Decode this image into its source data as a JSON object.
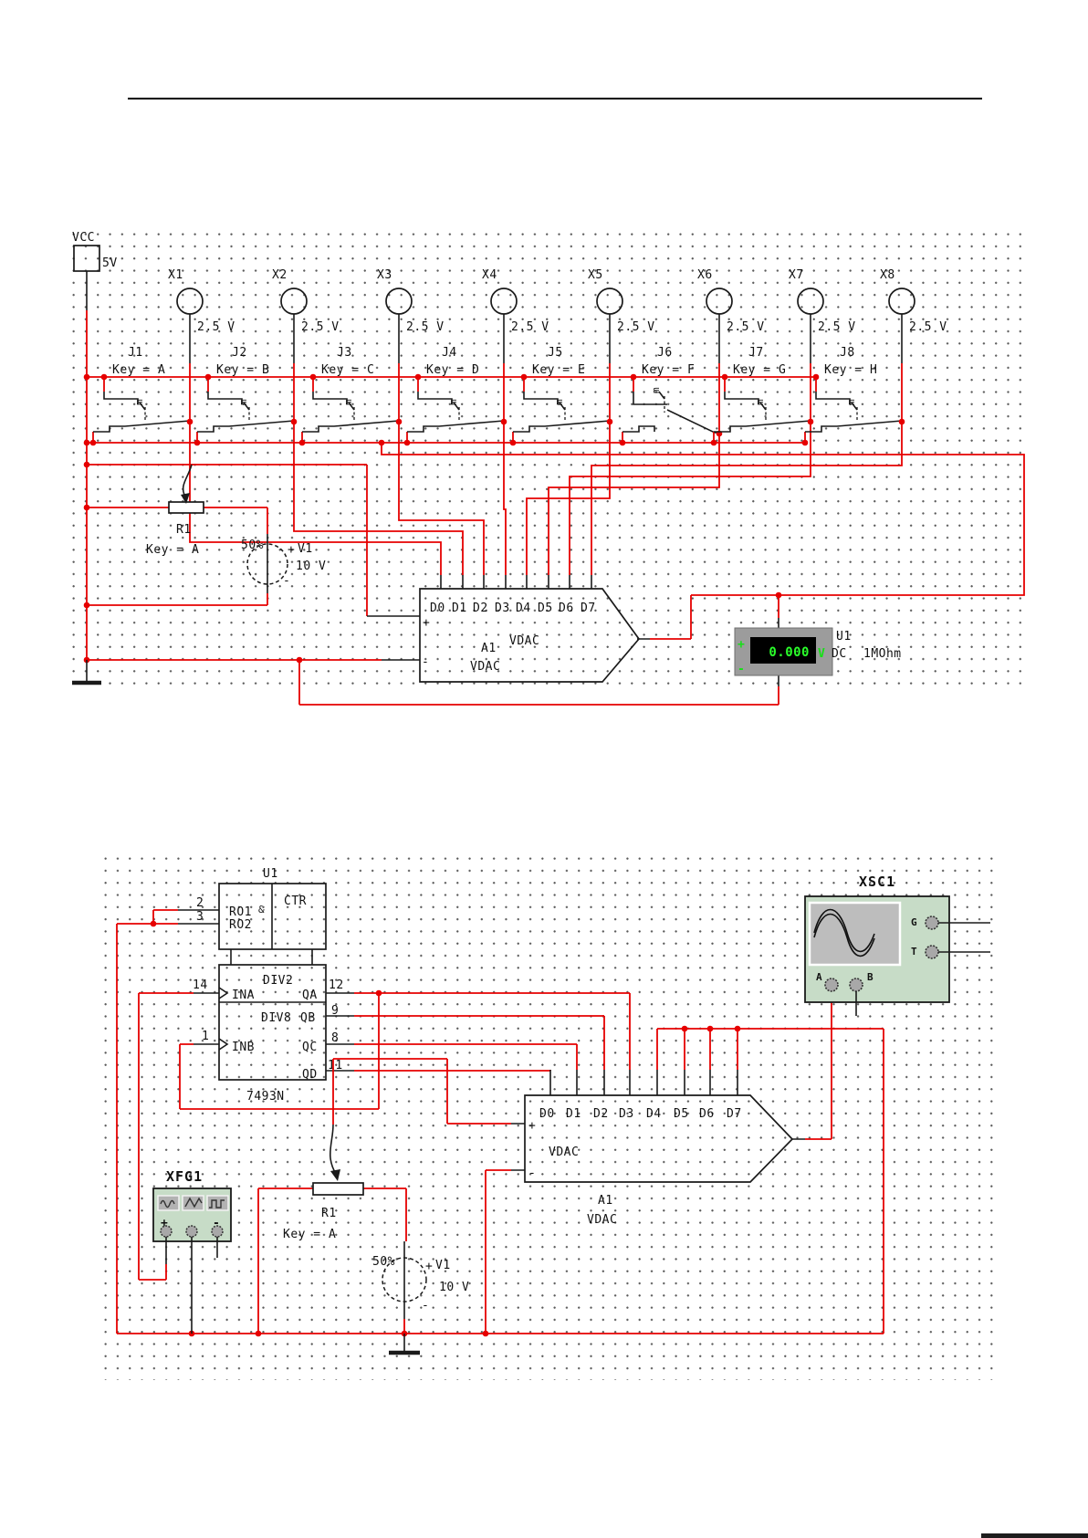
{
  "colors": {
    "wire_red": "#e60000",
    "instrument_green": "#c7dcc7",
    "meter_gray": "#9c9c9c",
    "display_green": "#2aff2a"
  },
  "circuit1": {
    "vcc": {
      "label": "VCC",
      "value": "5V"
    },
    "switch_marker": "m",
    "columns": [
      {
        "x": "X1",
        "voltage": "2.5 V",
        "j": "J1",
        "key": "Key = A"
      },
      {
        "x": "X2",
        "voltage": "2.5 V",
        "j": "J2",
        "key": "Key = B"
      },
      {
        "x": "X3",
        "voltage": "2.5 V",
        "j": "J3",
        "key": "Key = C"
      },
      {
        "x": "X4",
        "voltage": "2.5 V",
        "j": "J4",
        "key": "Key = D"
      },
      {
        "x": "X5",
        "voltage": "2.5 V",
        "j": "J5",
        "key": "Key = E"
      },
      {
        "x": "X6",
        "voltage": "2.5 V",
        "j": "J6",
        "key": "Key = F"
      },
      {
        "x": "X7",
        "voltage": "2.5 V",
        "j": "J7",
        "key": "Key = G"
      },
      {
        "x": "X8",
        "voltage": "2.5 V",
        "j": "J8",
        "key": "Key = H"
      }
    ],
    "pot": {
      "name": "R1",
      "key": "Key = A"
    },
    "source": {
      "percent": "50%",
      "plus": "+",
      "name": "V1",
      "value": "10 V",
      "minus": "-"
    },
    "dac": {
      "pins": [
        "D0",
        "D1",
        "D2",
        "D3",
        "D4",
        "D5",
        "D6",
        "D7"
      ],
      "plus": "+",
      "minus": "-",
      "label": "VDAC",
      "ref": "A1",
      "ref_label": "VDAC"
    },
    "meter": {
      "reading": "0.000",
      "unit": "V",
      "plus": "+",
      "minus": "-",
      "name": "U1",
      "mode": "DC",
      "input_resistance": "1MOhm"
    }
  },
  "circuit2": {
    "counter": {
      "ref": "U1",
      "ctr": "CTR",
      "ro1": "RO1",
      "amp": "&",
      "ro2": "RO2",
      "pin2": "2",
      "pin3": "3",
      "div2": "DIV2",
      "ina": "INA",
      "qa": "QA",
      "pin14": "14",
      "pin12": "12",
      "div8": "DIV8",
      "qb": "QB",
      "pin9": "9",
      "inb": "INB",
      "pin1": "1",
      "qc": "QC",
      "pin8": "8",
      "qd": "QD",
      "pin11": "11",
      "part": "7493N"
    },
    "scope": {
      "name": "XSC1",
      "g": "G",
      "t": "T",
      "a": "A",
      "b": "B"
    },
    "fgen": {
      "name": "XFG1",
      "plus": "+",
      "minus": "-"
    },
    "pot": {
      "name": "R1",
      "key": "Key = A"
    },
    "source": {
      "percent": "50%",
      "plus": "+",
      "name": "V1",
      "value": "10 V",
      "minus": "-"
    },
    "dac": {
      "pins": [
        "D0",
        "D1",
        "D2",
        "D3",
        "D4",
        "D5",
        "D6",
        "D7"
      ],
      "plus": "+",
      "minus": "-",
      "label": "VDAC",
      "ref": "A1",
      "ref_label": "VDAC"
    }
  }
}
